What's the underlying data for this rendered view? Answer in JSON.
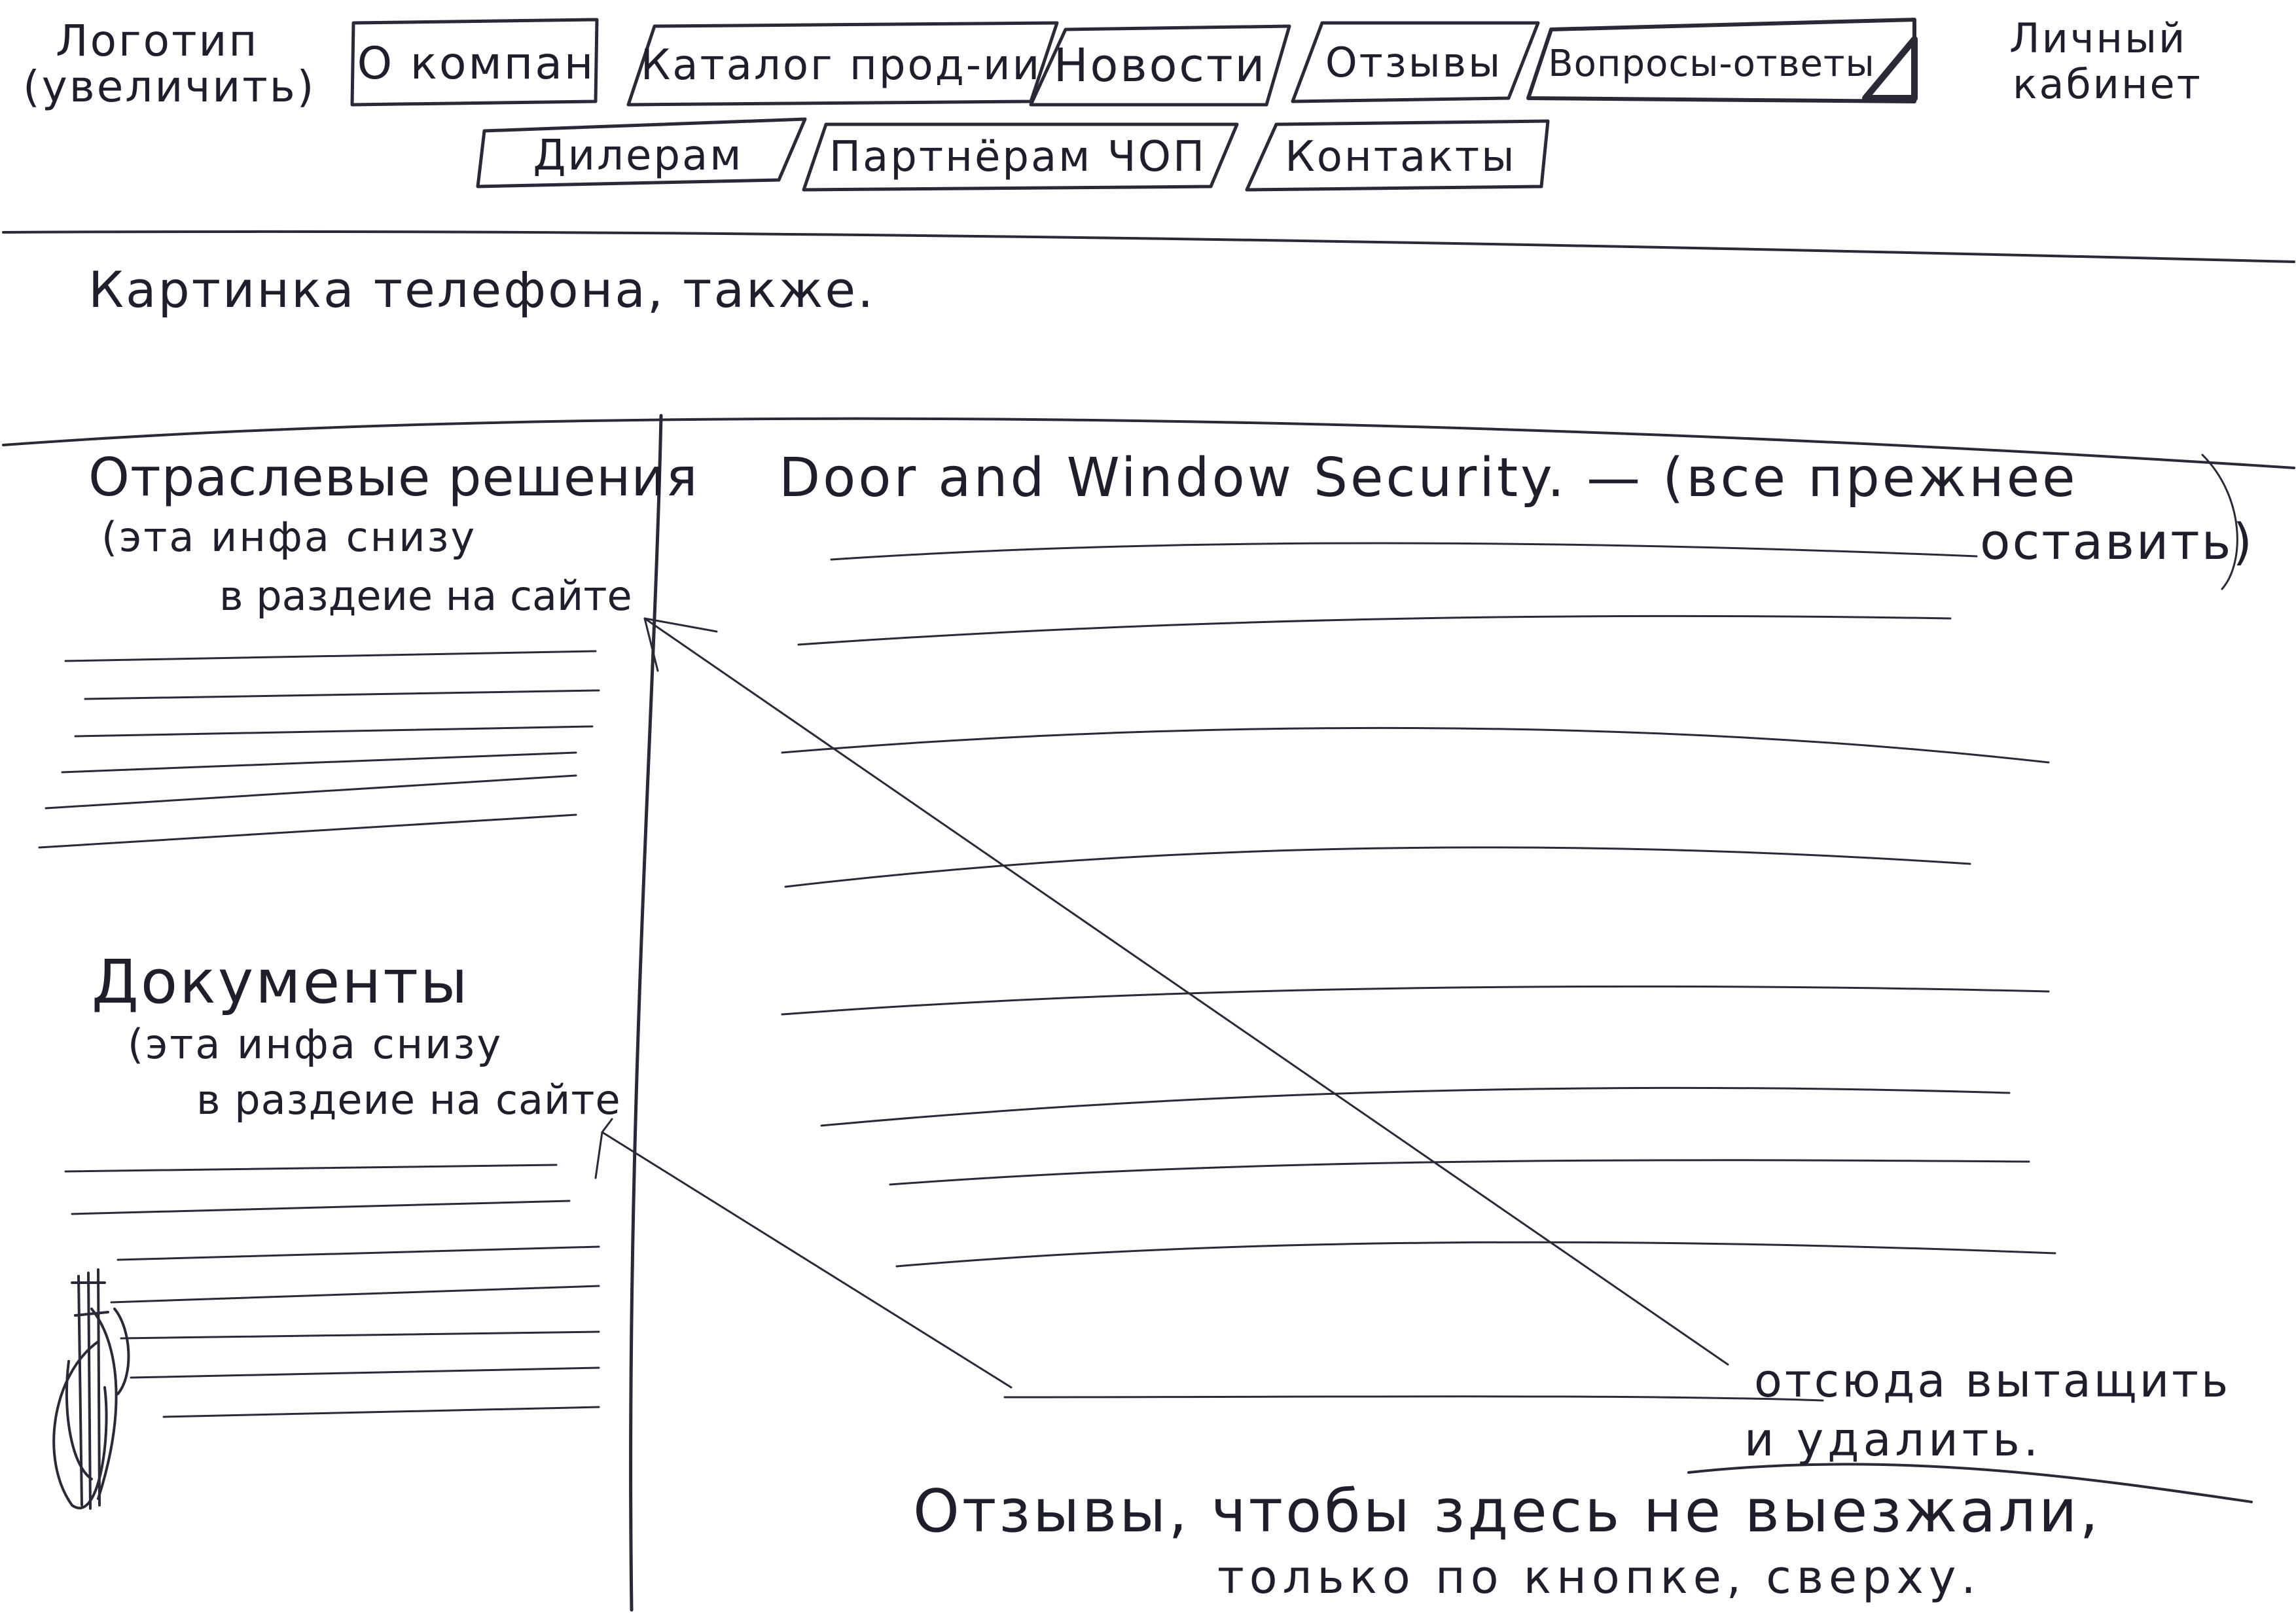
{
  "header": {
    "logo": {
      "line1": "Логотип",
      "line2": "(увеличить)"
    },
    "account": {
      "line1": "Личный",
      "line2": "кабинет"
    },
    "nav_row1": [
      "О компан",
      "Каталог прод-ии",
      "Новости",
      "Отзывы",
      "Вопросы-ответы"
    ],
    "nav_row2": [
      "Дилерам",
      "Партнёрам ЧОП",
      "Контакты"
    ]
  },
  "banner": {
    "text": "Картинка телефона, также."
  },
  "sidebar": {
    "section1": {
      "title": "Отраслевые решения",
      "note_line1": "(эта инфа снизу",
      "note_line2": "в раздеие на сайте"
    },
    "section2": {
      "title": "Документы",
      "note_line1": "(эта инфа снизу",
      "note_line2": "в раздеие на сайте"
    }
  },
  "main": {
    "title": "Door and Window Security. — (все прежнее",
    "title_cont": "оставить)"
  },
  "notes": {
    "extract": {
      "line1": "отсюда вытащить",
      "line2": "и удалить."
    },
    "reviews": {
      "line1": "Отзывы, чтобы здесь не выезжали,",
      "line2": "только по кнопке, сверху."
    }
  }
}
